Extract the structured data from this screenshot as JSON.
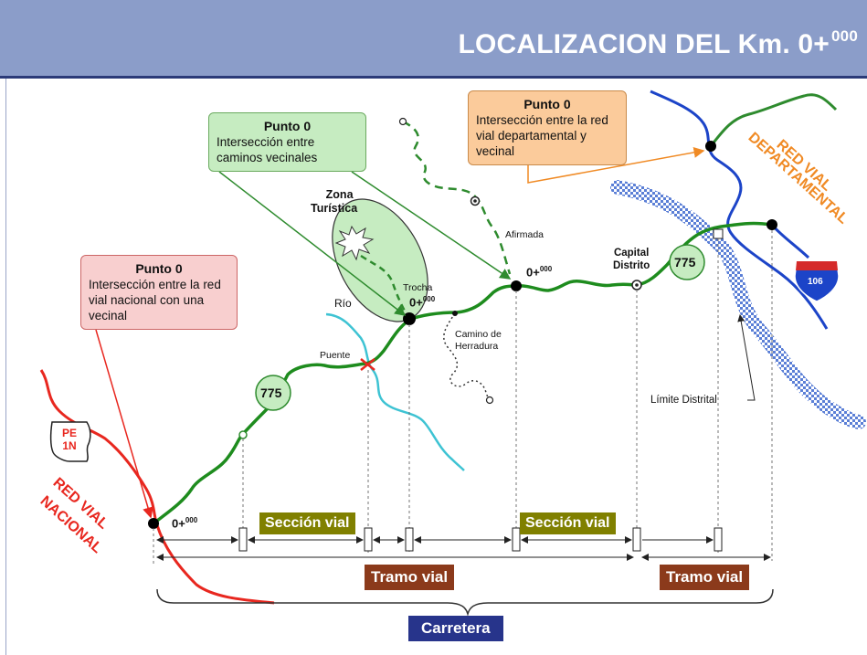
{
  "title": {
    "text": "LOCALIZACION DEL Km. 0+",
    "sup": "000"
  },
  "callouts": {
    "green": {
      "title": "Punto 0",
      "body": "Intersección entre caminos vecinales"
    },
    "orange": {
      "title": "Punto 0",
      "body": "Intersección entre la red vial departamental y vecinal"
    },
    "red": {
      "title": "Punto 0",
      "body": "Intersección entre la red vial nacional con una vecinal"
    }
  },
  "labels": {
    "zona_turistica_1": "Zona",
    "zona_turistica_2": "Turística",
    "afirmada": "Afirmada",
    "trocha": "Trocha",
    "rio": "Río",
    "puente": "Puente",
    "camino_herradura_1": "Camino de",
    "camino_herradura_2": "Herradura",
    "capital_1": "Capital",
    "capital_2": "Distrito",
    "limite": "Límite Distrital",
    "km0_main": "0+",
    "km0_sup": "000"
  },
  "route_badges": {
    "road_775_a": "775",
    "road_775_b": "775",
    "pe_1": "PE",
    "pe_2": "1N",
    "interstate": "106"
  },
  "networks": {
    "nacional_1": "RED VIAL",
    "nacional_2": "NACIONAL",
    "departamental_1": "RED VIAL",
    "departamental_2": "DEPARTAMENTAL"
  },
  "sections": {
    "seccion_1": "Sección vial",
    "seccion_2": "Sección vial",
    "tramo_1": "Tramo  vial",
    "tramo_2": "Tramo  vial",
    "carretera": "Carretera"
  },
  "colors": {
    "road": "#1e8c1e",
    "river": "#3ec3d3",
    "departmental": "#1c44c8",
    "national": "#e8271f",
    "olive": "#808000",
    "brown": "#8b3a1b",
    "navy": "#27348b"
  }
}
